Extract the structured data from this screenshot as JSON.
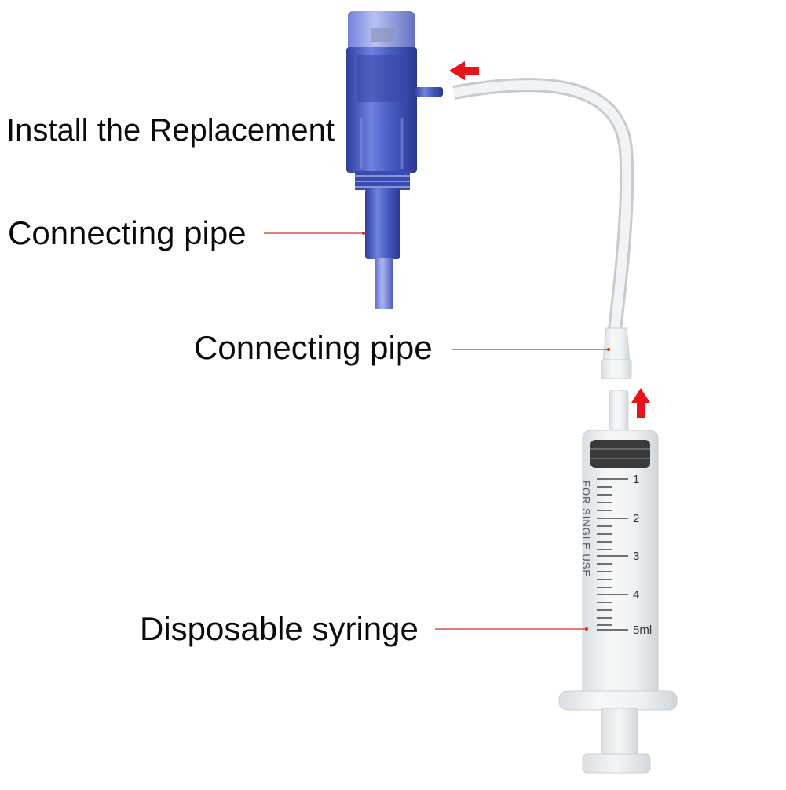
{
  "labels": {
    "install": "Install the Replacement",
    "connecting_pipe_top": "Connecting pipe",
    "connecting_pipe_middle": "Connecting pipe",
    "disposable_syringe": "Disposable syringe"
  },
  "syringe": {
    "scale_marks": [
      "1",
      "2",
      "3",
      "4",
      "5ml"
    ],
    "barrel_text": "FOR SINGLE USE"
  },
  "colors": {
    "cartridge_blue": "#4a5fc1",
    "arrow_red": "#e8141b",
    "leader_red": "#d0302a",
    "tube_clear": "#e9edf0"
  }
}
